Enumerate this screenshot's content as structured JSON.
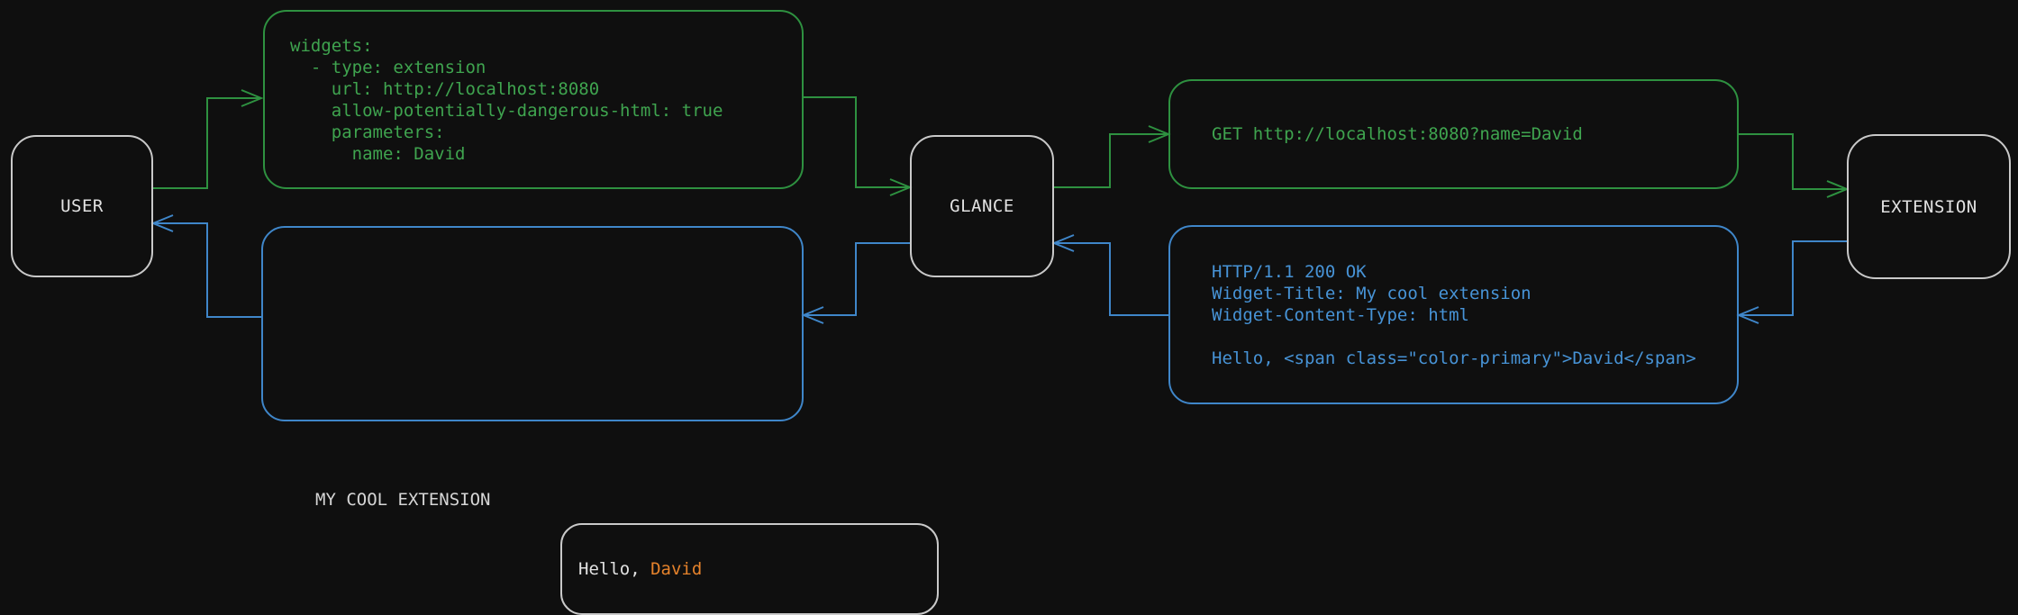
{
  "colors": {
    "background": "#0f0f0f",
    "green_line": "#2e9140",
    "green_text": "#3fa44f",
    "blue_line": "#3f86c9",
    "blue_text": "#4793d6",
    "node_border": "#c9c9c9",
    "node_text": "#e2e2e2",
    "title_text": "#d6d6d6",
    "accent_orange": "#e5822b"
  },
  "nodes": {
    "user": {
      "label": "USER"
    },
    "glance": {
      "label": "GLANCE"
    },
    "extension": {
      "label": "EXTENSION"
    }
  },
  "messages": {
    "config_yaml": {
      "code": "widgets:\n  - type: extension\n    url: http://localhost:8080\n    allow-potentially-dangerous-html: true\n    parameters:\n      name: David"
    },
    "http_request": {
      "code": "GET http://localhost:8080?name=David"
    },
    "http_response": {
      "code": "HTTP/1.1 200 OK\nWidget-Title: My cool extension\nWidget-Content-Type: html\n\nHello, <span class=\"color-primary\">David</span>"
    },
    "widget_preview": {
      "title": "MY COOL EXTENSION",
      "greeting_prefix": "Hello, ",
      "greeting_name": "David"
    }
  }
}
